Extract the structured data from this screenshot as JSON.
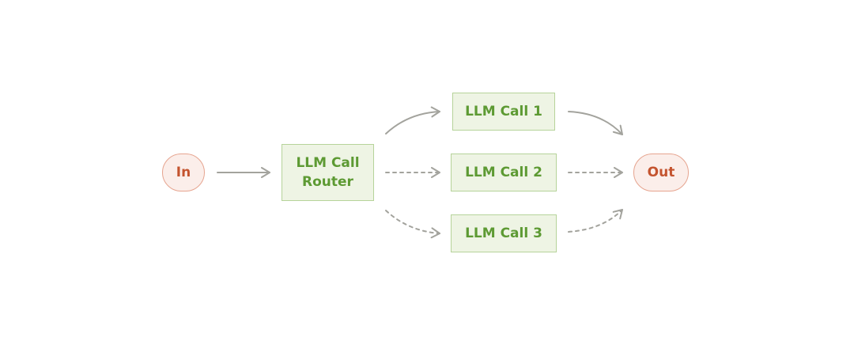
{
  "nodes": {
    "input": {
      "label": "In"
    },
    "router": {
      "line1": "LLM Call",
      "line2": "Router"
    },
    "call1": {
      "label": "LLM Call 1"
    },
    "call2": {
      "label": "LLM Call 2"
    },
    "call3": {
      "label": "LLM Call 3"
    },
    "output": {
      "label": "Out"
    }
  },
  "edges": [
    {
      "from": "input",
      "to": "router",
      "style": "solid"
    },
    {
      "from": "router",
      "to": "call1",
      "style": "solid"
    },
    {
      "from": "router",
      "to": "call2",
      "style": "dashed"
    },
    {
      "from": "router",
      "to": "call3",
      "style": "dashed"
    },
    {
      "from": "call1",
      "to": "output",
      "style": "solid"
    },
    {
      "from": "call2",
      "to": "output",
      "style": "dashed"
    },
    {
      "from": "call3",
      "to": "output",
      "style": "dashed"
    }
  ],
  "colors": {
    "terminal_fill": "#fbeeea",
    "terminal_border": "#e6a48f",
    "terminal_text": "#c4542f",
    "llm_fill": "#eef4e4",
    "llm_border": "#b6d39a",
    "llm_text": "#5d9a33",
    "arrow": "#a3a39d"
  }
}
